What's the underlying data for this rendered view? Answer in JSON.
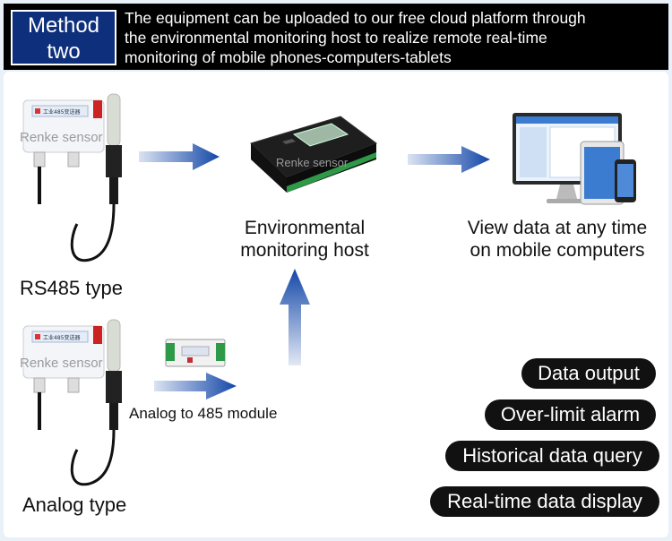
{
  "header": {
    "method_line1": "Method",
    "method_line2": "two",
    "line1": "The equipment can be uploaded to our free cloud platform through",
    "line2": "the environmental monitoring host to realize remote real-time",
    "line3": "monitoring of mobile phones-computers-tablets"
  },
  "sensor": {
    "watermark": "Renke sensor",
    "plate_text": "工业485变送器"
  },
  "host": {
    "watermark": "Renke sensor",
    "line1": "Environmental",
    "line2": "monitoring host"
  },
  "view": {
    "line1": "View data at any time",
    "line2": "on mobile computers"
  },
  "labels": {
    "rs485": "RS485 type",
    "analog": "Analog type",
    "module": "Analog to 485 module"
  },
  "features": [
    "Data output",
    "Over-limit alarm",
    "Historical data query",
    "Real-time data display"
  ],
  "colors": {
    "arrow": "#1447a8",
    "header_bg": "#000000",
    "method_bg": "#0d2f7c"
  }
}
